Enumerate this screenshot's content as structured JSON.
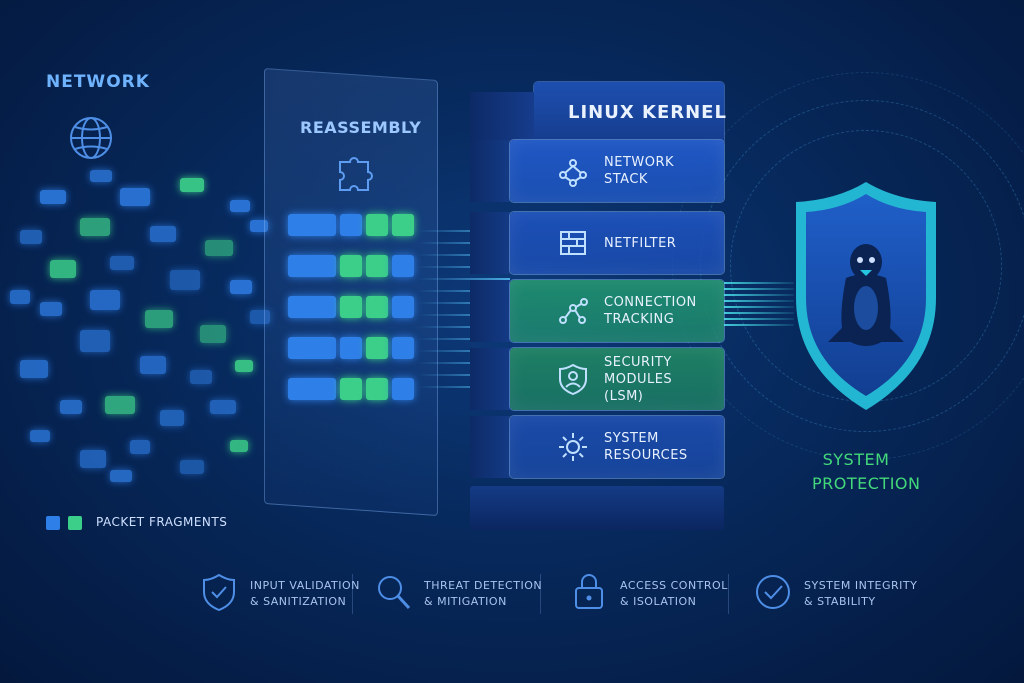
{
  "network": {
    "label": "NETWORK",
    "icon": "globe-icon"
  },
  "reassembly": {
    "label": "REASSEMBLY",
    "icon": "puzzle-icon"
  },
  "kernel": {
    "title": "LINUX KERNEL",
    "layers": [
      {
        "line1": "NETWORK",
        "line2": "STACK",
        "line3": "",
        "icon": "network-nodes-icon",
        "color": "#1f57c4"
      },
      {
        "line1": "NETFILTER",
        "line2": "",
        "line3": "",
        "icon": "firewall-icon",
        "color": "#1c4fb6"
      },
      {
        "line1": "CONNECTION",
        "line2": "TRACKING",
        "line3": "",
        "icon": "connection-icon",
        "color": "#1e8a6e"
      },
      {
        "line1": "SECURITY",
        "line2": "MODULES",
        "line3": "(LSM)",
        "icon": "user-shield-icon",
        "color": "#1d7f63"
      },
      {
        "line1": "SYSTEM",
        "line2": "RESOURCES",
        "line3": "",
        "icon": "gear-icon",
        "color": "#1a4aa8"
      }
    ]
  },
  "protection": {
    "line1": "SYSTEM",
    "line2": "PROTECTION",
    "icon": "penguin-shield-icon"
  },
  "legend": {
    "label": "PACKET FRAGMENTS",
    "colors": [
      "#2f7fe8",
      "#3ccf8a"
    ]
  },
  "features": [
    {
      "line1": "INPUT VALIDATION",
      "line2": "& SANITIZATION",
      "icon": "shield-check-icon"
    },
    {
      "line1": "THREAT DETECTION",
      "line2": "& MITIGATION",
      "icon": "magnifier-icon"
    },
    {
      "line1": "ACCESS CONTROL",
      "line2": "& ISOLATION",
      "icon": "lock-icon"
    },
    {
      "line1": "SYSTEM INTEGRITY",
      "line2": "& STABILITY",
      "icon": "check-circle-icon"
    }
  ],
  "colors": {
    "blue_fragment": "#2f7fe8",
    "green_fragment": "#3ccf8a",
    "accent_green": "#43d97a",
    "shield_cyan": "#27c6e0"
  }
}
